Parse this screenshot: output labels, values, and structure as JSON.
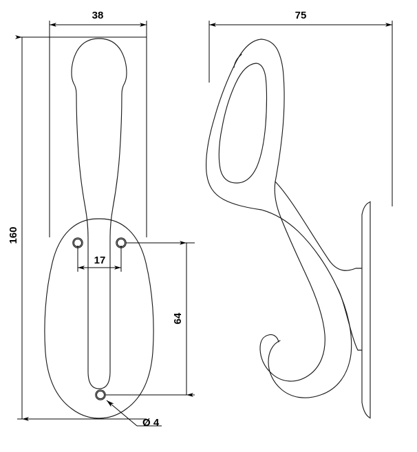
{
  "drawing": {
    "title": "Coat Hook Technical Drawing",
    "type": "engineering-orthographic-drawing",
    "units": "mm",
    "line_color": "#1a1a1a",
    "background_color": "#ffffff",
    "views": [
      {
        "name": "front-view",
        "position": "left"
      },
      {
        "name": "side-view",
        "position": "right"
      }
    ]
  },
  "dimensions": {
    "front_width": "38",
    "overall_height": "160",
    "hole_spacing": "17",
    "hole_height_from_bottom": "64",
    "hole_diameter": "Ø 4",
    "side_depth": "75"
  },
  "labels": {
    "width_38": "38",
    "height_160": "160",
    "spacing_17": "17",
    "height_64": "64",
    "diameter_4": "Ø 4",
    "depth_75": "75"
  },
  "features": {
    "mounting_holes": [
      {
        "name": "hole-upper-left",
        "outer_r": "7",
        "inner_r": "5.5"
      },
      {
        "name": "hole-upper-right",
        "outer_r": "7",
        "inner_r": "5.5"
      },
      {
        "name": "hole-lower-center",
        "outer_r": "7",
        "inner_r": "5.5"
      }
    ]
  }
}
